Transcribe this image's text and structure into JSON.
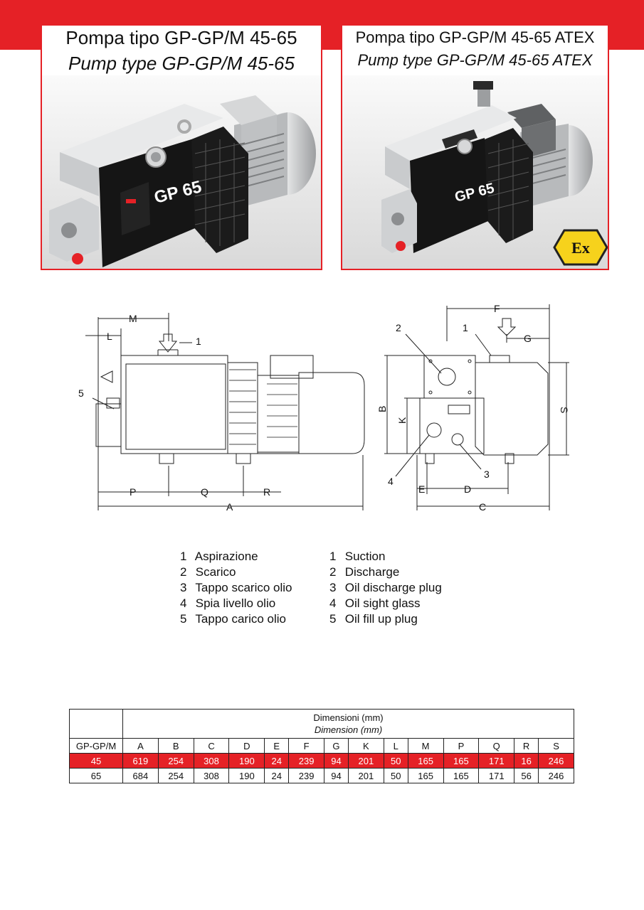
{
  "header": {
    "left_title_it": "Pompa tipo GP-GP/M 45-65",
    "left_title_en": "Pump type GP-GP/M 45-65",
    "right_title_it": "Pompa tipo GP-GP/M 45-65 ATEX",
    "right_title_en": "Pump type GP-GP/M 45-65 ATEX"
  },
  "product": {
    "label_left": "GP 65",
    "label_right": "GP 65",
    "atex_mark": "Ex"
  },
  "drawing": {
    "side_labels": [
      "M",
      "L",
      "1",
      "5",
      "P",
      "Q",
      "R",
      "A"
    ],
    "front_labels": [
      "F",
      "2",
      "1",
      "G",
      "B",
      "K",
      "S",
      "4",
      "3",
      "E",
      "D",
      "C"
    ]
  },
  "legend_it": [
    {
      "num": "1",
      "text": "Aspirazione"
    },
    {
      "num": "2",
      "text": "Scarico"
    },
    {
      "num": "3",
      "text": "Tappo scarico olio"
    },
    {
      "num": "4",
      "text": "Spia livello olio"
    },
    {
      "num": "5",
      "text": "Tappo carico olio"
    }
  ],
  "legend_en": [
    {
      "num": "1",
      "text": "Suction"
    },
    {
      "num": "2",
      "text": "Discharge"
    },
    {
      "num": "3",
      "text": "Oil discharge plug"
    },
    {
      "num": "4",
      "text": "Oil sight glass"
    },
    {
      "num": "5",
      "text": "Oil fill up plug"
    }
  ],
  "table": {
    "title_it": "Dimensioni (mm)",
    "title_en": "Dimension (mm)",
    "model_header": "GP-GP/M",
    "columns": [
      "A",
      "B",
      "C",
      "D",
      "E",
      "F",
      "G",
      "K",
      "L",
      "M",
      "P",
      "Q",
      "R",
      "S"
    ],
    "rows": [
      {
        "model": "45",
        "values": [
          "619",
          "254",
          "308",
          "190",
          "24",
          "239",
          "94",
          "201",
          "50",
          "165",
          "165",
          "171",
          "16",
          "246"
        ],
        "highlight": true
      },
      {
        "model": "65",
        "values": [
          "684",
          "254",
          "308",
          "190",
          "24",
          "239",
          "94",
          "201",
          "50",
          "165",
          "165",
          "171",
          "56",
          "246"
        ],
        "highlight": false
      }
    ]
  },
  "colors": {
    "brand_red": "#e52126",
    "pump_black": "#151515",
    "metal_grey": "#c9cbcd"
  }
}
